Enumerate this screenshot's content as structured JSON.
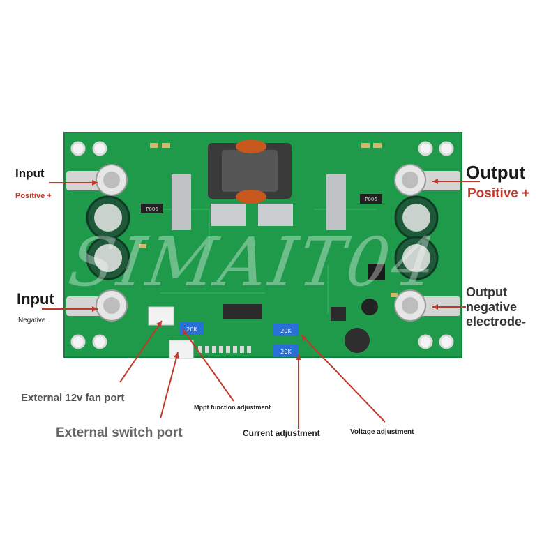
{
  "labels": {
    "input_pos_title": "Input",
    "input_pos_sub": "Positive +",
    "input_neg_title": "Input",
    "input_neg_sub": "Negative",
    "output_pos_title": "Output",
    "output_pos_sub": "Positive +",
    "output_neg_line1": "Output",
    "output_neg_line2": "negative",
    "output_neg_line3": "electrode-",
    "fan_port": "External 12v fan port",
    "switch_port": "External switch port",
    "mppt": "Mppt function adjustment",
    "current_adj": "Current adjustment",
    "voltage_adj": "Voltage adjustment"
  },
  "watermark": "SIMAIT04",
  "board": {
    "chip_marks": [
      "P006",
      "P006"
    ],
    "pot_marks": [
      "20K",
      "20K",
      "20K"
    ]
  },
  "colors": {
    "pcb": "#1e9a4a",
    "annotation_red": "#c0392b",
    "label_dark": "#1a1a1a"
  }
}
